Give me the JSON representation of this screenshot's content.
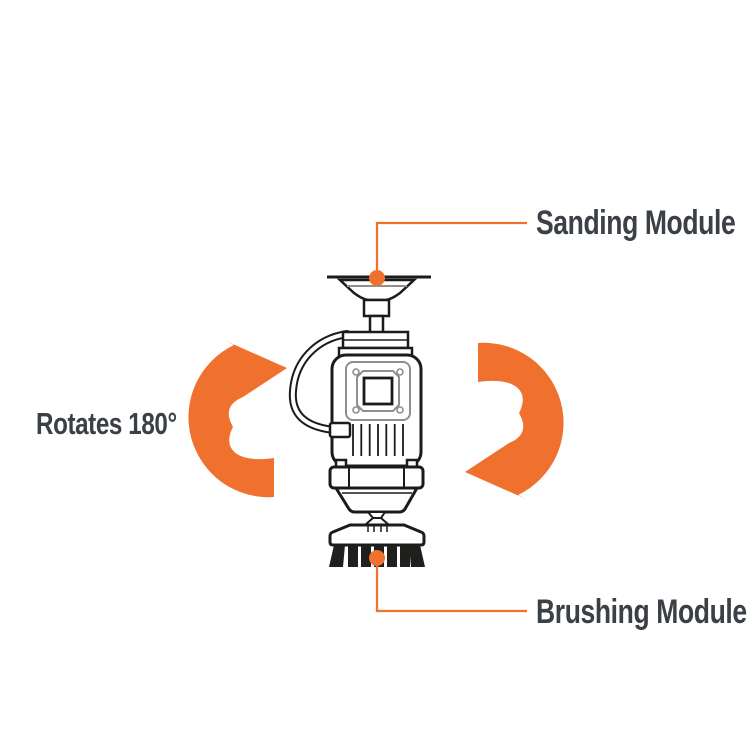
{
  "diagram": {
    "type": "product-feature-callout",
    "labels": {
      "sanding": "Sanding Module",
      "brushing": "Brushing Module",
      "rotates": "Rotates 180°"
    },
    "callouts": [
      {
        "label": "Sanding Module",
        "target": "sanding-pad-top",
        "marker": "orange-dot"
      },
      {
        "label": "Brushing Module",
        "target": "brush-head-bottom",
        "marker": "orange-dot"
      }
    ],
    "icons": {
      "left_arrow": "rotation-arrow-clockwise-icon",
      "right_arrow": "rotation-arrow-clockwise-icon",
      "callout_marker": "orange-dot-marker"
    },
    "colors": {
      "accent_orange": "#F0702E",
      "label_charcoal": "#3B4046",
      "line_black": "#1B1B1B",
      "detail_gray": "#8F8F8F",
      "bristle_black": "#1F1F1D",
      "background": "#FFFFFF"
    }
  }
}
